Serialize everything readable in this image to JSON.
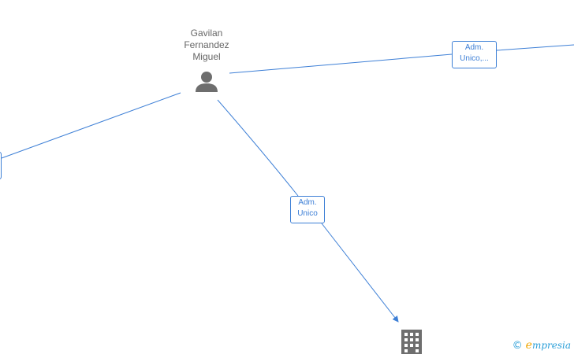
{
  "nodes": {
    "person": {
      "name_lines": [
        "Gavilan",
        "Fernandez",
        "Miguel"
      ],
      "icon": "person-icon"
    },
    "company": {
      "icon": "building-icon"
    }
  },
  "edges": [
    {
      "id": "edge-right",
      "label_lines": [
        "Adm.",
        "Unico,..."
      ]
    },
    {
      "id": "edge-down",
      "label_lines": [
        "Adm.",
        "Unico"
      ]
    },
    {
      "id": "edge-left",
      "label_lines": []
    }
  ],
  "watermark": {
    "copyright": "©",
    "brand_first": "e",
    "brand_rest": "mpresia"
  },
  "colors": {
    "edge": "#3d7fd6",
    "icon": "#6e6e6e",
    "text": "#666666",
    "brand": "#2b9fd8",
    "brand_accent": "#f0a500"
  }
}
